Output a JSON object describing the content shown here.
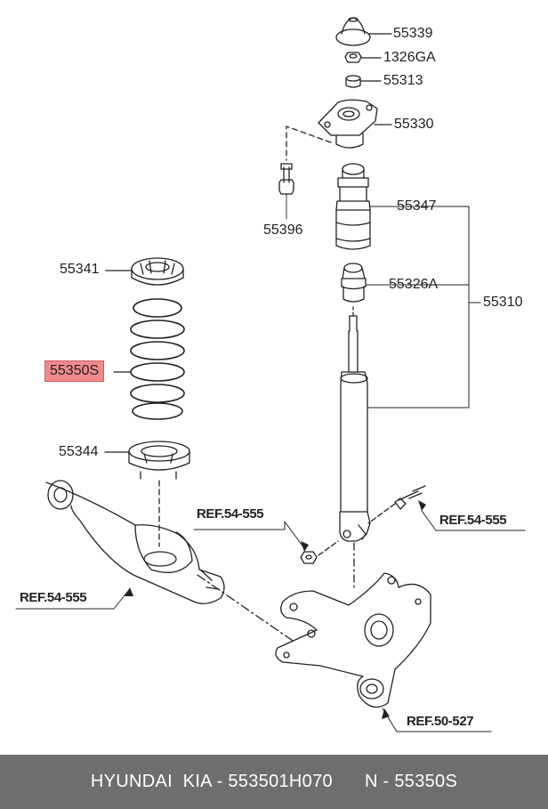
{
  "parts": {
    "p55339": "55339",
    "p1326ga": "1326GA",
    "p55313": "55313",
    "p55330": "55330",
    "p55396": "55396",
    "p55347": "55347",
    "p55341": "55341",
    "p55326a": "55326A",
    "p55310": "55310",
    "p55350s": "55350S",
    "p55344": "55344"
  },
  "refs": {
    "ref_nut": "REF.54-555",
    "ref_bolt": "REF.54-555",
    "ref_arm": "REF.54-555",
    "ref_knuckle": "REF.50-527"
  },
  "footer": {
    "brand_part": "HYUNDAI  KIA - 553501H070",
    "number": "N - 55350S"
  },
  "colors": {
    "highlight": "#f08a8a",
    "footer_bg": "#6e6e6e"
  }
}
